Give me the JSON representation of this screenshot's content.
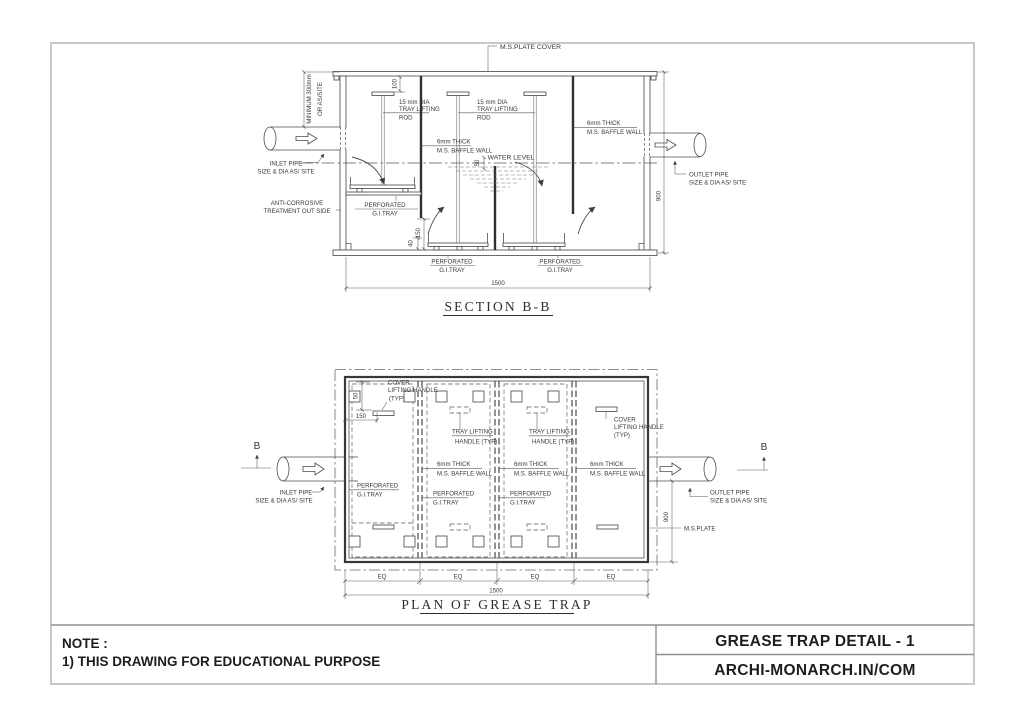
{
  "colors": {
    "line": "#4f4f4f",
    "text": "#383838",
    "border": "#c8c8c8"
  },
  "section": {
    "title": "SECTION B-B",
    "ms_plate_cover": "M.S.PLATE COVER",
    "min_depth": [
      "MINIMUM 300mm",
      "OR AS/SITE"
    ],
    "rod_label": [
      "15 mm DIA",
      "TRAY LIFTING",
      "ROD"
    ],
    "baffle_label": [
      "6mm THICK",
      "M.S. BAFFLE WALL"
    ],
    "water_level": "WATER LEVEL",
    "inlet": [
      "INLET PIPE",
      "SIZE & DIA AS/ SITE"
    ],
    "outlet": [
      "OUTLET PIPE",
      "SIZE & DIA AS/ SITE"
    ],
    "anti_corrosive": [
      "ANTI-CORROSIVE",
      "TREATMENT OUT SIDE"
    ],
    "perforated": [
      "PERFORATED",
      "G.I.TRAY"
    ],
    "dims": {
      "d100": "100",
      "d50": "50",
      "d150": "150",
      "d40": "40",
      "d900": "900",
      "d1500": "1500"
    }
  },
  "plan": {
    "title": "PLAN OF GREASE TRAP",
    "cover_handle": [
      "COVER",
      "LIFTING HANDLE",
      "(TYP)"
    ],
    "tray_handle": [
      "TRAY LIFTING",
      "HANDLE (TYP)"
    ],
    "baffle_label": [
      "6mm THICK",
      "M.S. BAFFLE WALL"
    ],
    "perforated": [
      "PERFORATED",
      "G.I.TRAY"
    ],
    "inlet": [
      "INLET PIPE",
      "SIZE & DIA AS/ SITE"
    ],
    "outlet": [
      "OUTLET PIPE",
      "SIZE & DIA AS/ SITE"
    ],
    "ms_plate": "M.S.PLATE",
    "section_marker": "B",
    "dims": {
      "d50": "50",
      "d150": "150",
      "d900": "900",
      "d1500": "1500",
      "eq": "EQ"
    }
  },
  "titleblock": {
    "note_label": "NOTE :",
    "note_1": "1) THIS DRAWING FOR EDUCATIONAL PURPOSE",
    "title_line1": "GREASE TRAP DETAIL - 1",
    "title_line2": "ARCHI-MONARCH.IN/COM"
  }
}
